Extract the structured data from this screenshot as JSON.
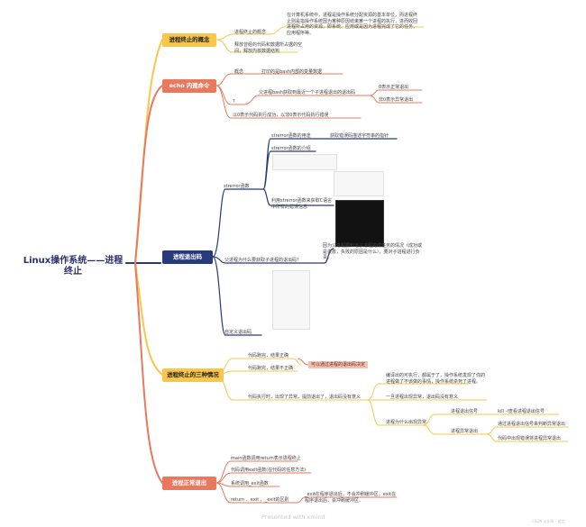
{
  "root": "Linux操作系统——进程终止",
  "branch1": {
    "label": "进程终止的概念",
    "items": [
      {
        "label": "进程终止的概念",
        "detail": "在计算机系统中，进程是操作系统分配资源的基本单位，而进程终止则是指操作系统因为某种原因结束某一个进程的执行，进而收回进程所占用的资源，即系统、应用或是因为进程完成了它的任务，应用程序等。"
      },
      {
        "label": "释放曾经的代码和数据所占据的空间，释放内核数据结构"
      }
    ]
  },
  "branch2": {
    "label": "echo 内建命令",
    "items": [
      {
        "label": "概念",
        "detail": "打印的是bash内部的变量数据"
      },
      {
        "label": "?",
        "sub": {
          "label": "父进程bash获取到最近一个子进程退出的退出码",
          "children": [
            "0表示正常退出",
            "非0表示异常退出"
          ]
        }
      },
      {
        "label": "以0表示代码执行成功，以非0表示代码执行错误"
      }
    ]
  },
  "branch3": {
    "label": "进程退出码",
    "sub": {
      "label": "strerror函数",
      "children": [
        {
          "label": "strerror函数的用途",
          "detail": "获取错误码描述字符串的指针"
        },
        {
          "label": "strerror函数的介绍"
        },
        {
          "label": "利用strerror函数来获取C语言中所有的错误信息"
        }
      ]
    },
    "items": [
      {
        "label": "父进程为什么要获取子进程的退出码？",
        "detail": "因为父进程要知道子进程完成任务的情况（成功或是失败，失败的原因是什么），要对子进程进行负责。"
      },
      {
        "label": "自定义退出码"
      }
    ]
  },
  "branch4": {
    "label": "进程终止的三种情况",
    "items": [
      {
        "label": "代码跑完，结果正确"
      },
      {
        "label": "代码跑完，结果不正确"
      },
      {
        "label": "代码执行时，出现了异常，提前退出了，退出码没有意义",
        "children": [
          {
            "label": "编译出的可执行，都属于了，操作系统发现了你的进程做了不该做的事情，操作系统杀死了进程。"
          },
          {
            "label": "一旦进程出现异常，退出码没有意义"
          },
          {
            "label": "进程为什么出现异常",
            "children": [
              {
                "label": "进程退出信号",
                "children": [
                  "kill -l查看进程退出信号"
                ]
              },
              {
                "label": "进程异常退出",
                "children": [
                  "通过进程退出信号来判断异常退出",
                  "代码中出现错误将进程异常退出"
                ]
              }
            ]
          }
        ]
      }
    ],
    "highlight": "可以通过进程的退出码决定"
  },
  "branch5": {
    "label": "进程正常退出",
    "items": [
      {
        "label": "main函数调用return表示进程终止"
      },
      {
        "label": "代码调用exit函数(在代码的任意方法)"
      },
      {
        "label": "系统调用_exit函数"
      },
      {
        "label": "return 、exit 、_exit的区别",
        "detail": "_exit在程序退出后，不会冲刷缓冲区，exit在程序退出后，会冲刷缓冲区。"
      }
    ]
  },
  "footer": {
    "watermark": "Presented with xmind",
    "credit": "CSDN @如焉 · 留言"
  },
  "colors": {
    "yellow": "#f7c64b",
    "red": "#e8795e",
    "navy": "#283a7a",
    "root": "#2a2f6b"
  }
}
